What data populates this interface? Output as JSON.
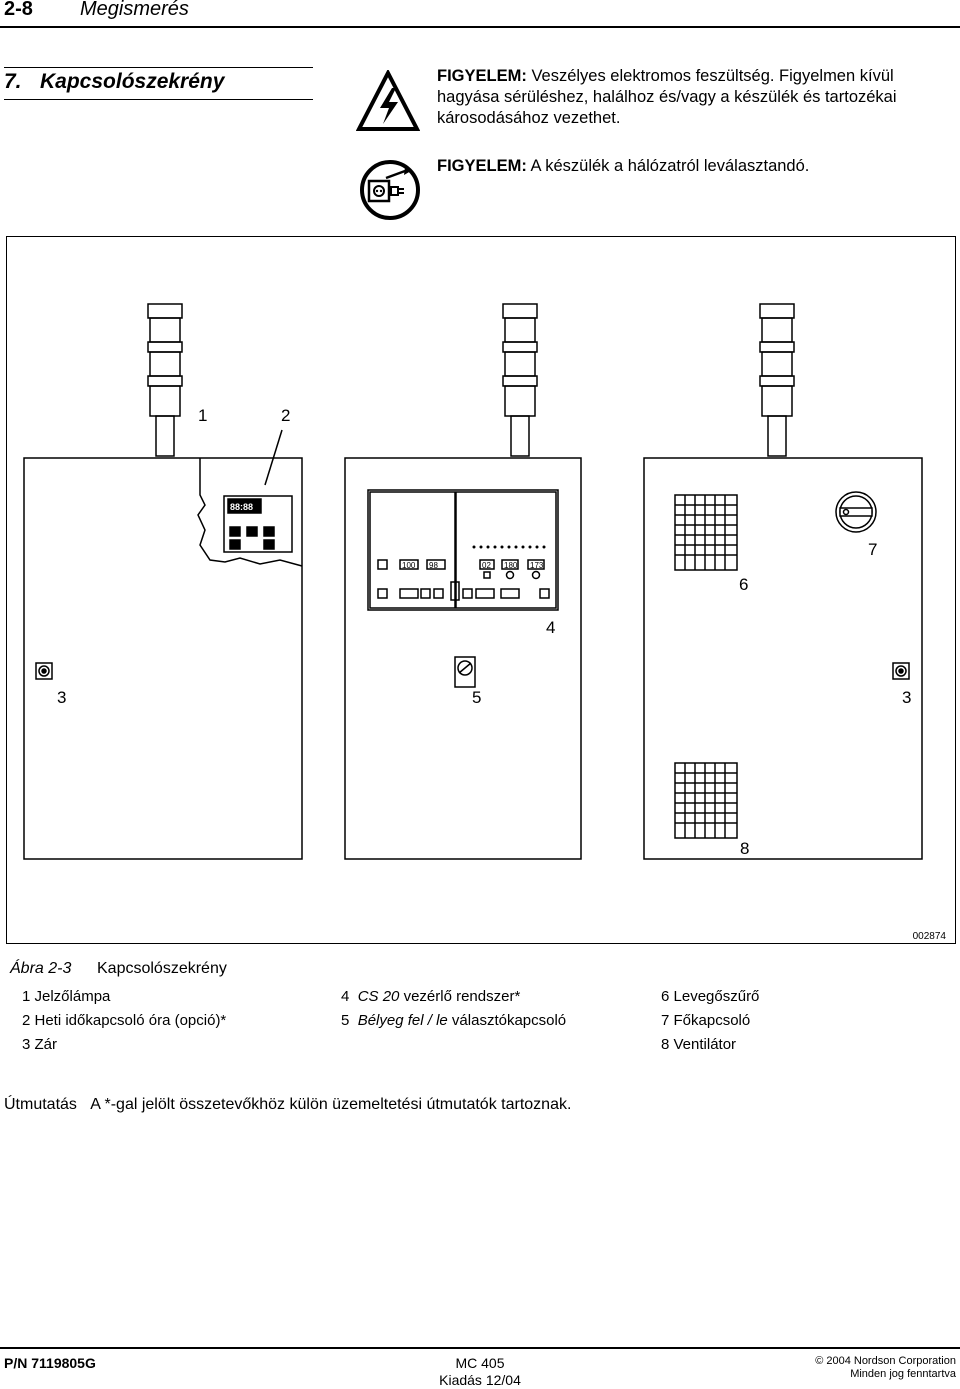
{
  "header": {
    "page_number": "2-8",
    "chapter": "Megismerés"
  },
  "section": {
    "number": "7.",
    "title": "Kapcsolószekrény"
  },
  "warnings": [
    {
      "label": "FIGYELEM:",
      "text": "Veszélyes elektromos feszültség. Figyelmen kívül",
      "line2": "hagyása sérüléshez, halálhoz és/vagy a készülék és tartozékai",
      "line3": "károsodásához vezethet."
    },
    {
      "label": "FIGYELEM:",
      "text": "A készülék a hálózatról leválasztandó."
    }
  ],
  "figure": {
    "id": "002874",
    "callouts": [
      "1",
      "2",
      "3",
      "4",
      "5",
      "6",
      "7",
      "8"
    ],
    "timer_display": "88:88",
    "controller_displays": [
      "100",
      "98",
      "02",
      "180",
      "173"
    ]
  },
  "caption": {
    "label": "Ábra 2-3",
    "title": "Kapcsolószekrény"
  },
  "legend": {
    "col1": [
      "1  Jelzőlámpa",
      "2  Heti időkapcsoló óra (opció)*",
      "3  Zár"
    ],
    "col2_4_num": "4",
    "col2_4_italic": "CS 20",
    "col2_4_rest": "vezérlő rendszer*",
    "col2_5_num": "5",
    "col2_5_italic": "Bélyeg fel / le",
    "col2_5_rest": "választókapcsoló",
    "col3": [
      "6  Levegőszűrő",
      "7  Főkapcsoló",
      "8  Ventilátor"
    ]
  },
  "note": {
    "label": "Útmutatás",
    "text": "A *-gal jelölt összetevőkhöz külön üzemeltetési útmutatók tartoznak."
  },
  "footer": {
    "part_number": "P/N 7119805G",
    "model": "MC 405",
    "issue": "Kiadás 12/04",
    "copyright": "© 2004 Nordson Corporation",
    "rights": "Minden jog fenntartva"
  }
}
